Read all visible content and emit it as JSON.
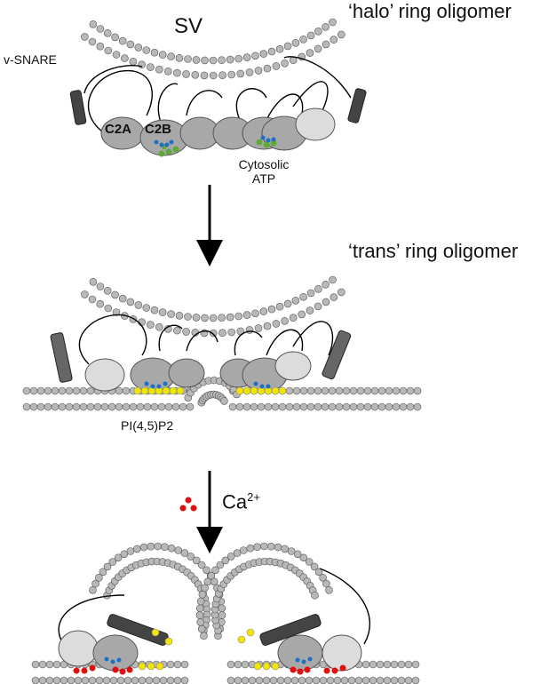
{
  "labels": {
    "halo_ring": "‘halo’ ring oligomer",
    "sv": "SV",
    "v_snare": "v-SNARE",
    "c2a": "C2A",
    "c2b": "C2B",
    "cytosolic_line1": "Cytosolic",
    "cytosolic_line2": "ATP",
    "trans_ring": "‘trans’ ring oligomer",
    "pip2": "PI(4,5)P2",
    "calcium": "Ca",
    "calcium_charge": "2+"
  },
  "colors": {
    "lipid_head": "#b8b8b8",
    "lipid_stroke": "#555555",
    "domain_dark": "#a8a8a8",
    "domain_light": "#dcdcdc",
    "atp_green": "#5fa83a",
    "basic_blue": "#1f6fc4",
    "pip2_yellow": "#f2e600",
    "calcium_red": "#e01010",
    "snare": "#444444"
  }
}
